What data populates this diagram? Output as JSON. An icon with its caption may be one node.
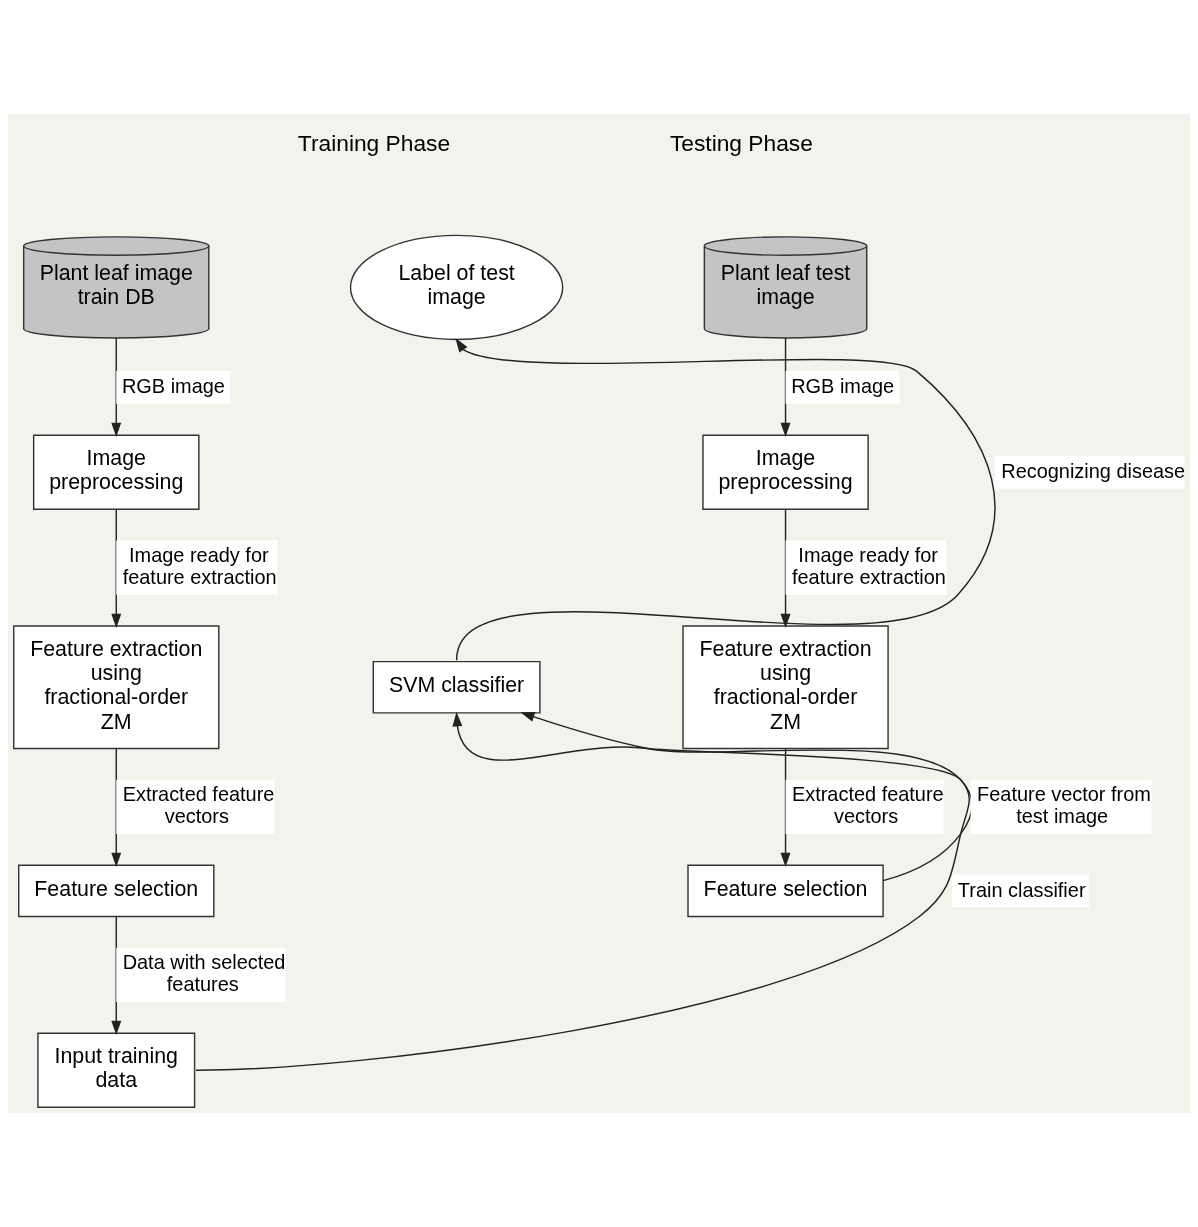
{
  "diagram": {
    "nodes": [
      {
        "text": [
          "Plant leaf image train DB"
        ]
      },
      {
        "text": [
          "Image preprocessing"
        ]
      },
      {
        "text": [
          "Feature extraction using fractional-order ZM"
        ]
      },
      {
        "text": [
          "Feature selection"
        ]
      },
      {
        "text": [
          "Input training data"
        ]
      },
      {
        "text": [
          "SVM classifier"
        ]
      },
      {
        "text": [
          "Label of test image"
        ]
      },
      {
        "text": [
          "Plant leaf test image"
        ]
      },
      {
        "text": [
          "Image preprocessing"
        ]
      },
      {
        "text": [
          "Feature extraction using fractional-order ZM"
        ]
      },
      {
        "text": [
          "Feature selection"
        ]
      }
    ],
    "edges": [
      {
        "from": 0,
        "to": 1,
        "arrow": "to",
        "label": "RGB image"
      },
      {
        "from": 1,
        "to": 2,
        "arrow": "to",
        "label": "Image ready for feature extraction"
      },
      {
        "from": 2,
        "to": 3,
        "arrow": "to",
        "label": "Extracted feature vectors"
      },
      {
        "from": 3,
        "to": 4,
        "arrow": "to",
        "label": "Data with selected features"
      },
      {
        "from": 4,
        "to": 5,
        "arrow": "to",
        "label": "Train classifier"
      },
      {
        "from": 5,
        "to": 6,
        "arrow": "to",
        "label": "Recognizing disease"
      },
      {
        "from": 7,
        "to": 8,
        "arrow": "to",
        "label": "RGB image"
      },
      {
        "from": 8,
        "to": 9,
        "arrow": "to",
        "label": "Image ready for feature extraction"
      },
      {
        "from": 9,
        "to": 10,
        "arrow": "to",
        "label": "Extracted feature vectors"
      },
      {
        "from": 10,
        "to": 5,
        "arrow": "to",
        "label": "Feature vector from test image"
      }
    ],
    "labels": [
      "Training Phase",
      "Testing Phase"
    ]
  }
}
